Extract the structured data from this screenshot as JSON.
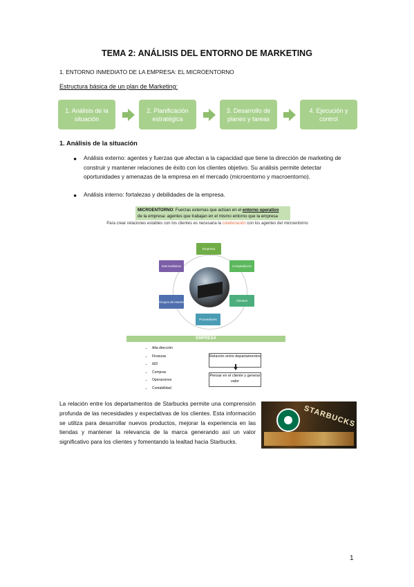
{
  "title": "TEMA 2: ANÁLISIS DEL ENTORNO DE MARKETING",
  "section1": "1. ENTORNO INMEDIATO DE LA EMPRESA: EL MICROENTORNO",
  "structure_heading": "Estructura básica de un plan de Marketing:",
  "colors": {
    "step_green": "#a9d18e",
    "banner_green": "#c6e0b4",
    "highlight_orange": "#e06a40",
    "starbucks_green": "#00704a"
  },
  "steps": [
    {
      "line1": "1. Análisis de la",
      "line2": "situación"
    },
    {
      "line1": "2. Planificación",
      "line2": "estratégica"
    },
    {
      "line1": "3. Desarrollo de",
      "line2": "planes y tareas"
    },
    {
      "line1": "4. Ejecución y",
      "line2": "control"
    }
  ],
  "subheading": "1. Análisis de la situación",
  "bullets": [
    {
      "term": "Análisis externo:",
      "text": " agentes y fuerzas que afectan a la capacidad que tiene la dirección de marketing de construir y mantener relaciones de éxito con los clientes objetivo. Su análisis permite detectar oportunidades y amenazas de la empresa en el mercado (microentorno y macroentorno)."
    },
    {
      "term": "Análisis interno:",
      "text": " fortalezas y debilidades de la empresa."
    }
  ],
  "figure": {
    "banner_bold": "MICROENTORNO",
    "banner_text1": ": Fuerzas externas que actúan en el ",
    "banner_underlined": "entorno operativo",
    "banner_text2": "de la empresa: agentes que trabajan en el mismo entorno que la empresa",
    "sub_before": "Para crear relaciones estables con los clientes es necesaria la ",
    "sub_highlight": "colaboración",
    "sub_after": " con los agentes del microentorno",
    "nodes": [
      {
        "label": "Empresa",
        "color": "#70ad47"
      },
      {
        "label": "Competidores",
        "color": "#5cb85c"
      },
      {
        "label": "Clientes",
        "color": "#4cae7c"
      },
      {
        "label": "Proveedores",
        "color": "#4a9cb5"
      },
      {
        "label": "Grupos de interés",
        "color": "#4f6fae"
      },
      {
        "label": "Intermediarios",
        "color": "#7b5ea7"
      }
    ],
    "empresa_bar": "EMPRESA",
    "departments": [
      "Alta dirección",
      "Finanzas",
      "I&D",
      "Compras",
      "Operaciones",
      "Contabilidad"
    ],
    "box1": "Relación entre departamentos",
    "box2": "Pensar en el cliente y generar valor"
  },
  "paragraph": "La relación entre los departamentos de Starbucks permite una comprensión profunda de las necesidades y expectativas de los clientes. Esta información se utiliza para desarrollar nuevos productos, mejorar la experiencia en las tiendas y mantener la relevancia de la marca generando así un valor significativo para los clientes y fomentando la lealtad hacia Starbucks.",
  "photo": {
    "sign": "STARBUCKS"
  },
  "page_number": "1"
}
